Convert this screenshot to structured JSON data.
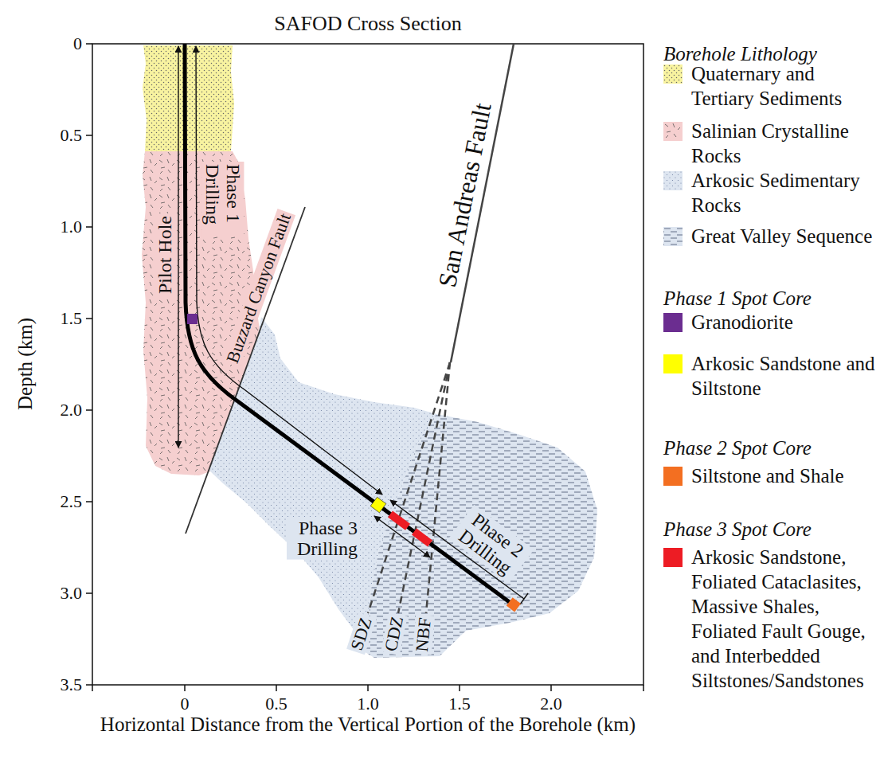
{
  "diagram": {
    "title": "SAFOD Cross Section",
    "labels": [
      "Borehole Lithology",
      "Phase 1 Spot Core",
      "Phase 2 Spot Core",
      "Phase 3 Spot Core",
      "0",
      "0.5",
      "1.0",
      "1.5",
      "2.0",
      "2.5",
      "3.0",
      "3.5",
      "0",
      "0.5",
      "1.0",
      "1.5",
      "2.0",
      "Depth (km)",
      "Horizontal Distance from the Vertical Portion of the Borehole (km)",
      "Pilot Hole",
      "Phase 1 Drilling",
      "Buzzard Canyon Fault",
      "San Andreas Fault",
      "Phase 3 Drilling",
      "Phase 2 Drilling",
      "SDZ",
      "CDZ",
      "NBF"
    ],
    "legend": [
      {
        "text": "Quaternary and Tertiary Sediments",
        "color": "#f8f3a0"
      },
      {
        "text": "Salinian Crystalline Rocks",
        "color": "#f5cfcf"
      },
      {
        "text": "Arkosic Sedimentary Rocks",
        "color": "#dde5f0"
      },
      {
        "text": "Great Valley Sequence",
        "color": "#dde5f0"
      },
      {
        "text": "Granodiorite",
        "color": "#6b2d90"
      },
      {
        "text": "Arkosic Sandstone and Siltstone",
        "color": "#ffff00"
      },
      {
        "text": "Siltstone and Shale",
        "color": "#f36f21"
      },
      {
        "text": "Arkosic Sandstone, Foliated Cataclasites, Massive Shales, Foliated Fault Gouge, and Interbedded Siltstones/Sandstones",
        "color": "#ed1c24"
      }
    ]
  }
}
